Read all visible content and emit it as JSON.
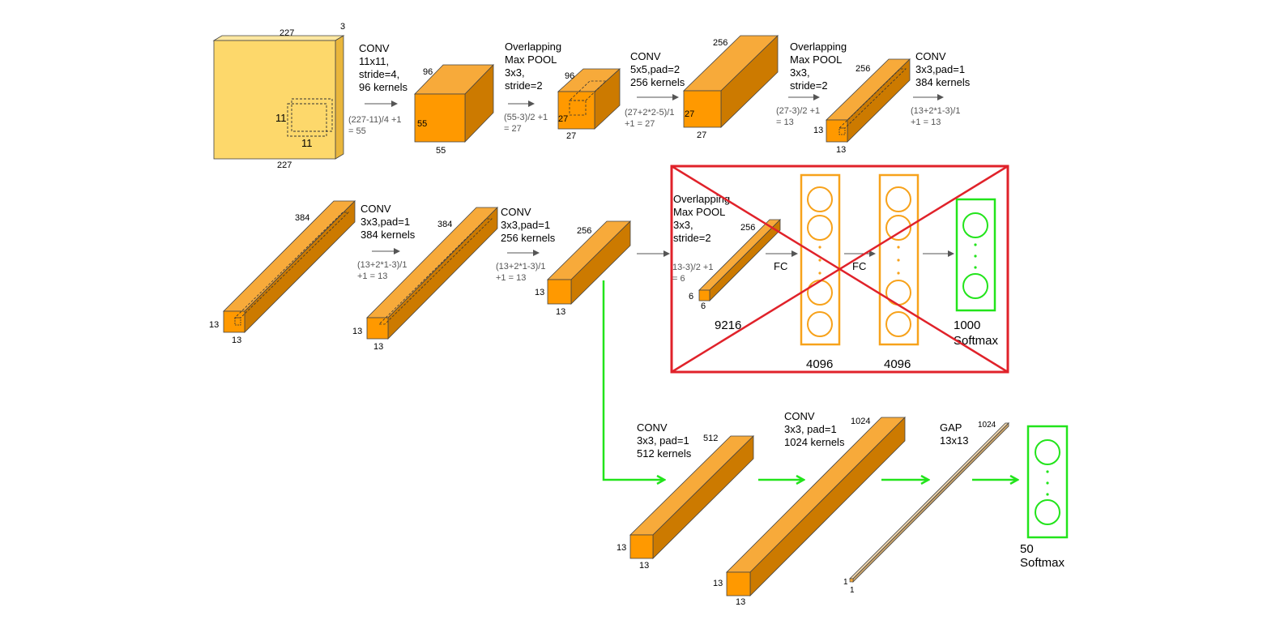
{
  "colors": {
    "input_front": "#FDD86B",
    "input_top": "#FCE7A0",
    "input_side": "#E9B63C",
    "block_front": "#FF9900",
    "block_top": "#F7AA3A",
    "block_side": "#CC7A00",
    "removed_box": "#E0222A",
    "new_arrow": "#22E41B",
    "fc_orange": "#F7A21B",
    "softmax_green": "#22E41B"
  },
  "input": {
    "width": "227",
    "height": "227",
    "depth": "3",
    "kernel_a": "11",
    "kernel_b": "11"
  },
  "conv1": {
    "lines": [
      "CONV",
      "11x11,",
      "stride=4,",
      "96 kernels"
    ],
    "formula": [
      "(227-11)/4 +1",
      "= 55"
    ]
  },
  "block1": {
    "depth": "96",
    "front": "55",
    "bottom": "55"
  },
  "pool1": {
    "lines": [
      "Overlapping",
      "Max POOL",
      "3x3,",
      "stride=2"
    ],
    "formula": [
      "(55-3)/2 +1",
      "= 27"
    ]
  },
  "block2": {
    "depth": "96",
    "front": "27",
    "bottom": "27"
  },
  "conv2": {
    "lines": [
      "CONV",
      "5x5,pad=2",
      "256 kernels"
    ],
    "formula": [
      "(27+2*2-5)/1",
      "+1  = 27"
    ]
  },
  "block3": {
    "depth": "256",
    "front": "27",
    "bottom": "27"
  },
  "pool2": {
    "lines": [
      "Overlapping",
      "Max POOL",
      "3x3,",
      "stride=2"
    ],
    "formula": [
      "(27-3)/2 +1",
      "= 13"
    ]
  },
  "block4": {
    "depth": "256",
    "front": "13",
    "bottom": "13"
  },
  "conv3": {
    "lines": [
      "CONV",
      "3x3,pad=1",
      "384 kernels"
    ],
    "formula": [
      "(13+2*1-3)/1",
      "+1  = 13"
    ]
  },
  "block5": {
    "depth": "384",
    "front": "13",
    "bottom": "13"
  },
  "conv4": {
    "lines": [
      "CONV",
      "3x3,pad=1",
      "384 kernels"
    ],
    "formula": [
      "(13+2*1-3)/1",
      "+1  = 13"
    ]
  },
  "block6": {
    "depth": "384",
    "front": "13",
    "bottom": "13"
  },
  "conv5": {
    "lines": [
      "CONV",
      "3x3,pad=1",
      "256 kernels"
    ],
    "formula": [
      "(13+2*1-3)/1",
      "+1  = 13"
    ]
  },
  "block7": {
    "depth": "256",
    "front": "13",
    "bottom": "13"
  },
  "pool3": {
    "lines": [
      "Overlapping",
      "Max POOL",
      "3x3,",
      "stride=2"
    ],
    "formula": [
      "13-3)/2 +1",
      "= 6"
    ]
  },
  "block8": {
    "depth": "256",
    "front": "6",
    "bottom": "6",
    "flat": "9216"
  },
  "fc": {
    "label1": "FC",
    "label2": "FC",
    "size1": "4096",
    "size2": "4096",
    "out": [
      "1000",
      "Softmax"
    ]
  },
  "new_branch": {
    "conv6": {
      "lines": [
        "CONV",
        "3x3, pad=1",
        "512 kernels"
      ]
    },
    "block9": {
      "depth": "512",
      "front": "13",
      "bottom": "13"
    },
    "conv7": {
      "lines": [
        "CONV",
        "3x3, pad=1",
        "1024 kernels"
      ]
    },
    "block10": {
      "depth": "1024",
      "front": "13",
      "bottom": "13"
    },
    "gap": {
      "lines": [
        "GAP",
        "13x13"
      ]
    },
    "block11": {
      "depth": "1024",
      "front": "1",
      "bottom": "1"
    },
    "out": [
      "50",
      "Softmax"
    ]
  }
}
